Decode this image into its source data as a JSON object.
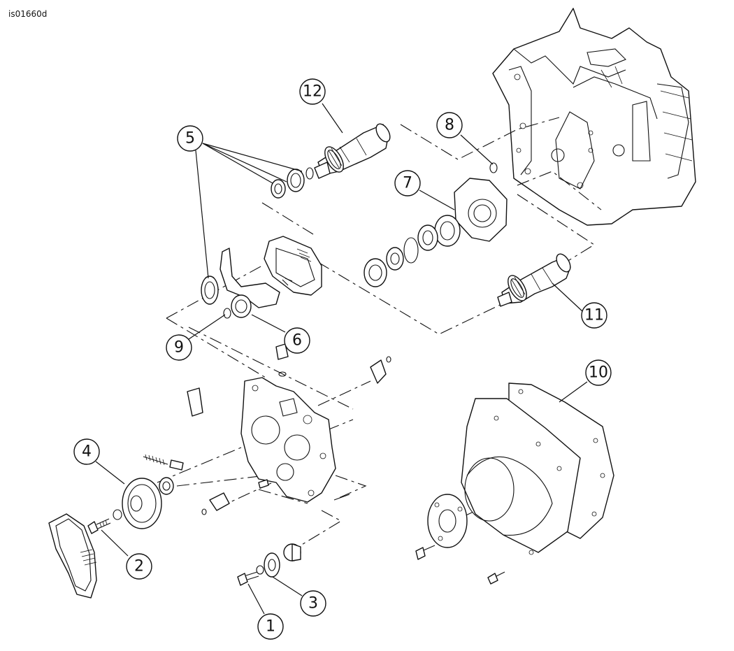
{
  "figure_id": "is01660d",
  "callouts": [
    {
      "label": "1"
    },
    {
      "label": "2"
    },
    {
      "label": "3"
    },
    {
      "label": "4"
    },
    {
      "label": "5"
    },
    {
      "label": "6"
    },
    {
      "label": "7"
    },
    {
      "label": "8"
    },
    {
      "label": "9"
    },
    {
      "label": "10"
    },
    {
      "label": "11"
    },
    {
      "label": "12"
    }
  ]
}
